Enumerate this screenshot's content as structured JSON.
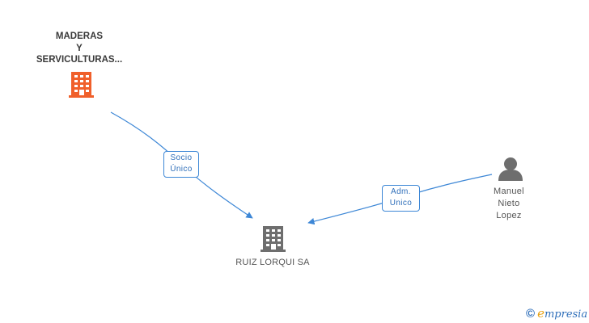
{
  "nodes": {
    "source_company": {
      "name_lines": [
        "MADERAS",
        "Y",
        "SERVICULTURAS..."
      ],
      "icon": "building-icon",
      "color": "#f0602b"
    },
    "target_company": {
      "name": "RUIZ LORQUI SA",
      "icon": "building-icon",
      "color": "#6e6e6e"
    },
    "person": {
      "name_lines": [
        "Manuel",
        "Nieto",
        "Lopez"
      ],
      "icon": "person-icon",
      "color": "#6e6e6e"
    }
  },
  "relations": {
    "socio": {
      "label_lines": [
        "Socio",
        "Único"
      ],
      "color": "#3d87d6"
    },
    "adm": {
      "label_lines": [
        "Adm.",
        "Unico"
      ],
      "color": "#3d87d6"
    }
  },
  "brand": {
    "copyright_symbol": "©",
    "first_letter": "e",
    "rest": "mpresia"
  }
}
